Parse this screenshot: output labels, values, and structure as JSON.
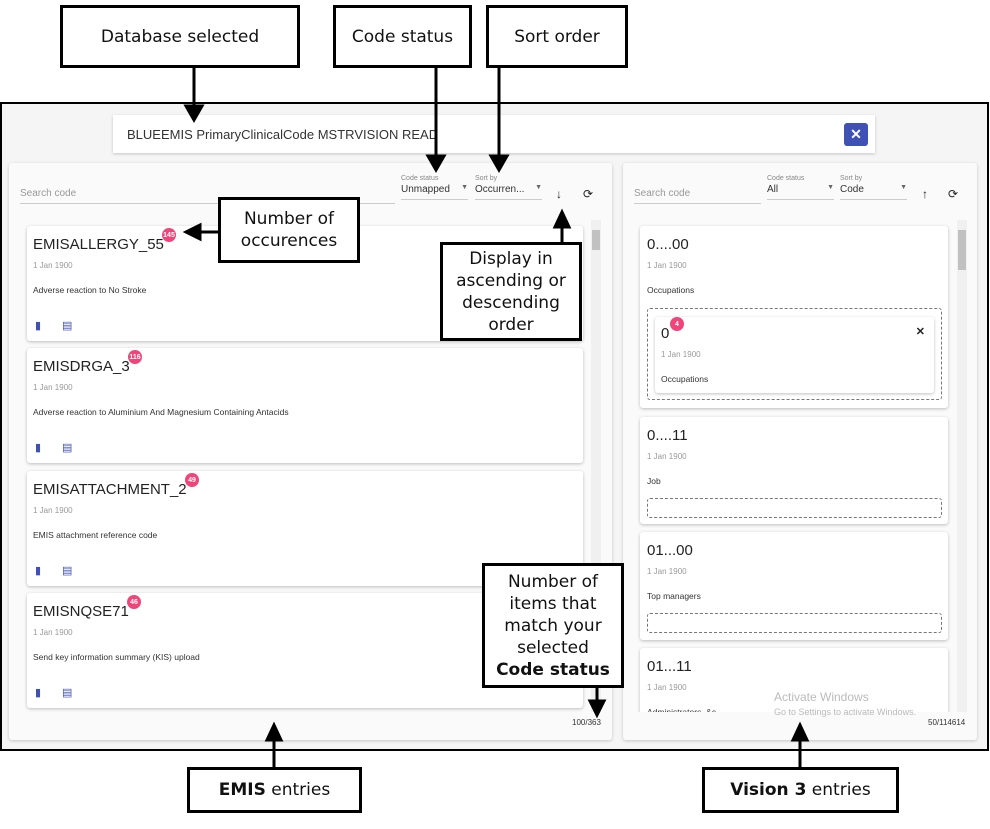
{
  "annotations": {
    "database_selected": "Database selected",
    "code_status": "Code status",
    "sort_order": "Sort order",
    "num_occurrences": "Number of occurences",
    "display_order": "Display in ascending or descending order",
    "num_items_prefix": "Number of items that match your selected",
    "num_items_bold": "Code status",
    "emis_bold": "EMIS",
    "emis_rest": " entries",
    "vision_bold": "Vision 3",
    "vision_rest": " entries"
  },
  "topbar": {
    "database": "BLUEEMIS PrimaryClinicalCode MSTRVISION READ",
    "close_icon": "close-icon"
  },
  "left": {
    "search_placeholder": "Search code",
    "code_status_label": "Code status",
    "code_status_value": "Unmapped",
    "sort_label": "Sort by",
    "sort_value": "Occurren...",
    "order_icon": "arrow-down",
    "refresh_icon": "refresh",
    "cards": [
      {
        "code": "EMISALLERGY_55",
        "count": "145",
        "date": "1 Jan 1900",
        "desc": "Adverse reaction to No Stroke"
      },
      {
        "code": "EMISDRGA_3",
        "count": "116",
        "date": "1 Jan 1900",
        "desc": "Adverse reaction to Aluminium And Magnesium Containing Antacids"
      },
      {
        "code": "EMISATTACHMENT_2",
        "count": "49",
        "date": "1 Jan 1900",
        "desc": "EMIS attachment reference code"
      },
      {
        "code": "EMISNQSE71",
        "count": "46",
        "date": "1 Jan 1900",
        "desc": "Send key information summary (KIS) upload"
      }
    ],
    "count": "100/363"
  },
  "right": {
    "search_placeholder": "Search code",
    "code_status_label": "Code status",
    "code_status_value": "All",
    "sort_label": "Sort by",
    "sort_value": "Code",
    "order_icon": "arrow-up",
    "refresh_icon": "refresh",
    "cards": [
      {
        "code": "0....00",
        "date": "1 Jan 1900",
        "desc": "Occupations",
        "mapped": {
          "code": "0",
          "count": "4",
          "date": "1 Jan 1900",
          "desc": "Occupations"
        }
      },
      {
        "code": "0....11",
        "date": "1 Jan 1900",
        "desc": "Job"
      },
      {
        "code": "01...00",
        "date": "1 Jan 1900",
        "desc": "Top managers"
      },
      {
        "code": "01...11",
        "date": "1 Jan 1900",
        "desc": "Administrators, &c"
      }
    ],
    "count": "50/114614"
  },
  "watermark": {
    "title": "Activate Windows",
    "subtitle": "Go to Settings to activate Windows."
  }
}
